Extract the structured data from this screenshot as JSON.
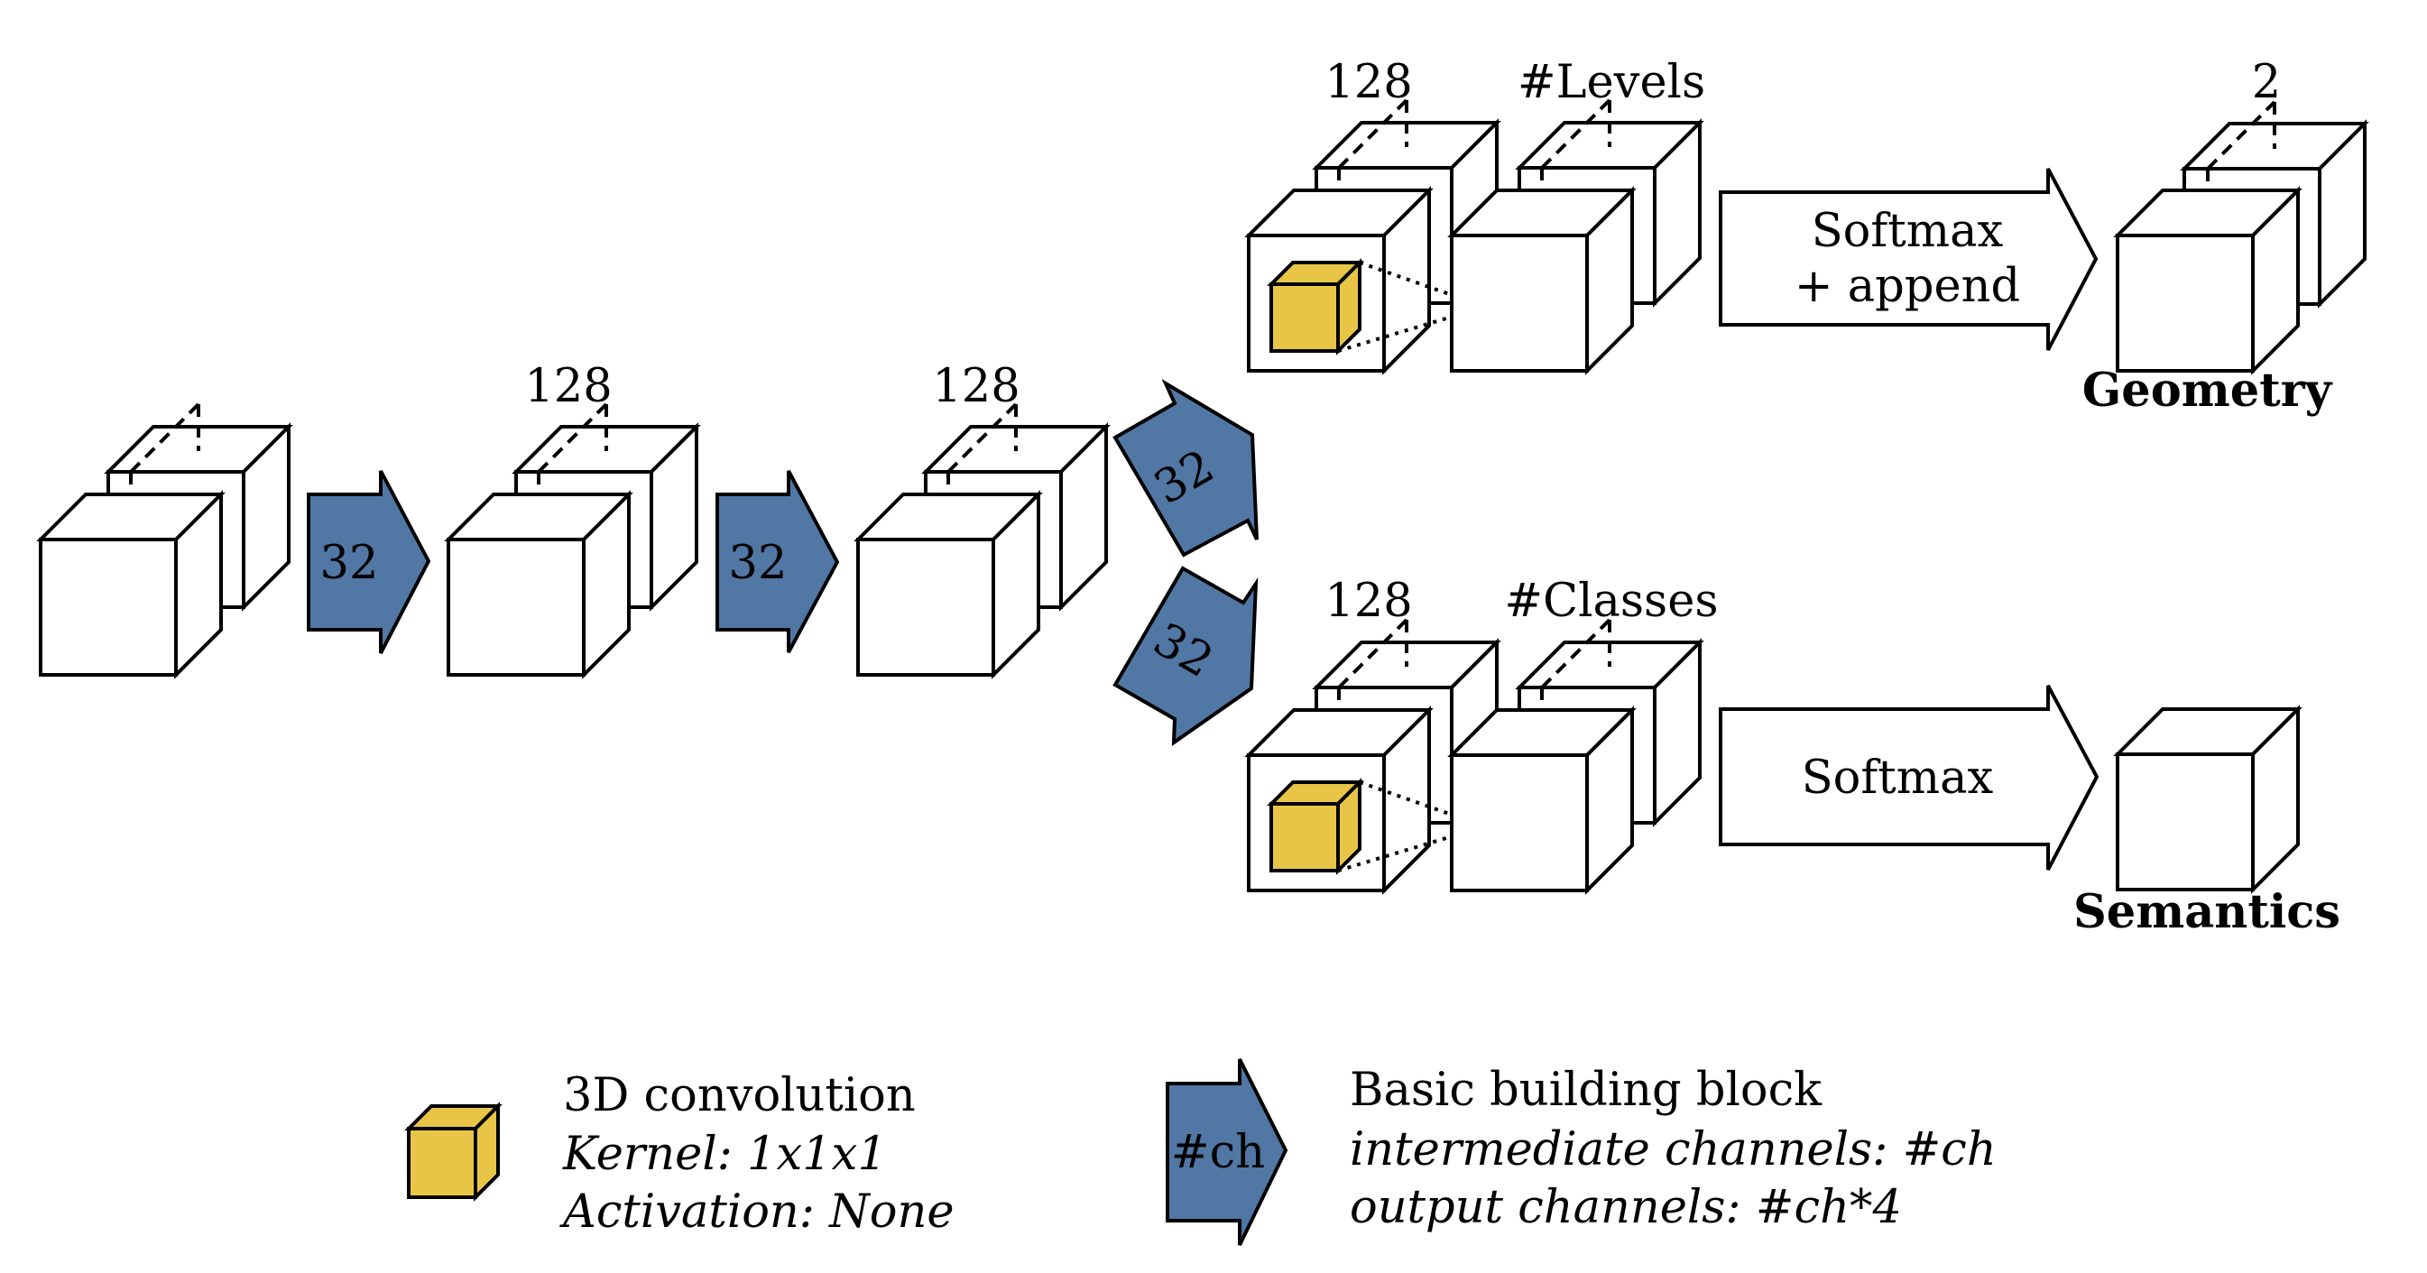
{
  "colors": {
    "block_blue": "#5177a4",
    "conv_yellow": "#e8c547",
    "conv_yellow_side": "#e3be3c",
    "outline": "#000000",
    "background": "#ffffff"
  },
  "backbone": {
    "blocks": [
      {
        "channel_label": ""
      },
      {
        "channel_label": "128"
      },
      {
        "channel_label": "128"
      }
    ],
    "arrows": [
      {
        "channels": "32"
      },
      {
        "channels": "32"
      }
    ]
  },
  "branches": {
    "geometry": {
      "split_arrow_channels": "32",
      "hidden_channels_label": "128",
      "output_channels_label": "#Levels",
      "op_line1": "Softmax",
      "op_line2": "+ append",
      "result_channels_label": "2",
      "result_title": "Geometry"
    },
    "semantics": {
      "split_arrow_channels": "32",
      "hidden_channels_label": "128",
      "output_channels_label": "#Classes",
      "op_line1": "Softmax",
      "result_title": "Semantics"
    }
  },
  "legend": {
    "conv": {
      "icon": "yellow-cube-icon",
      "title": "3D convolution",
      "line2": "Kernel: 1x1x1",
      "line3": "Activation: None"
    },
    "block": {
      "icon": "blue-arrow-icon",
      "icon_label": "#ch",
      "title": "Basic building block",
      "line2": "intermediate channels: #ch",
      "line3": "output channels: #ch*4"
    }
  }
}
